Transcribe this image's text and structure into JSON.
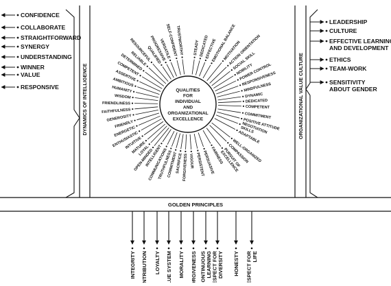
{
  "center_lines": [
    "QUALITIES",
    "FOR",
    "INDIVIDUAL",
    "AND",
    "ORGANIZATIONAL",
    "EXCELLENCE"
  ],
  "left_panel": {
    "title": "DYNAMICS OF INTELLIGENCE",
    "items": [
      "CONFIDENCE",
      "COLLABORATE",
      "STRAIGHTFORWARD",
      "SYNERGY",
      "UNDERSTANDING",
      "WINNER",
      "VALUE",
      "RESPONSIVE"
    ]
  },
  "right_panel": {
    "title": "ORGANIZATIONAL VALUE CULTURE",
    "items": [
      {
        "lines": [
          "LEADERSHIP"
        ]
      },
      {
        "lines": [
          "CULTURE"
        ]
      },
      {
        "lines": [
          "EFFECTIVE LEARNING",
          "AND DEVELOPMENT"
        ]
      },
      {
        "lines": [
          "ETHICS"
        ]
      },
      {
        "lines": [
          "TEAM-WORK"
        ]
      },
      {
        "lines": [
          "SENSITIVITY",
          "ABOUT GENDER"
        ]
      }
    ]
  },
  "qualities": [
    {
      "lines": [
        "STEADY"
      ]
    },
    {
      "lines": [
        "DEDICATED"
      ]
    },
    {
      "lines": [
        "EFFECTIVE"
      ]
    },
    {
      "lines": [
        "EMOTIONAL BALANCE"
      ]
    },
    {
      "lines": [
        "MOTIVATION"
      ]
    },
    {
      "lines": [
        "ACTION ORIENTATION"
      ]
    },
    {
      "lines": [
        "SOCIAL SKILL"
      ]
    },
    {
      "lines": [
        "NOBILITY"
      ]
    },
    {
      "lines": [
        "POWER CONTROL"
      ]
    },
    {
      "lines": [
        "RESPONSIVENESS"
      ]
    },
    {
      "lines": [
        "MINDFULNESS"
      ]
    },
    {
      "lines": [
        "DYNAMIC"
      ]
    },
    {
      "lines": [
        "DEDICATED"
      ]
    },
    {
      "lines": [
        "COMPETENT"
      ]
    },
    {
      "lines": [
        "COMMITMENT"
      ]
    },
    {
      "lines": [
        "POSITIVE ATTITUDE"
      ]
    },
    {
      "lines": [
        "NEGOTIATION",
        "SKILLS"
      ]
    },
    {
      "lines": [
        "ADAPTABLE"
      ]
    },
    {
      "lines": [
        "WELL-ORGANIZED"
      ]
    },
    {
      "lines": [
        "COMPASSION"
      ]
    },
    {
      "lines": [
        "PURSUIT OF",
        "EXCELLENCE"
      ]
    },
    {
      "lines": [
        "FAIRNESS"
      ]
    },
    {
      "lines": [
        "PERSUASIVE"
      ]
    },
    {
      "lines": [
        "PERSISTENT"
      ]
    },
    {
      "lines": [
        "VIGOUR"
      ]
    },
    {
      "lines": [
        "FORGIVENESS"
      ]
    },
    {
      "lines": [
        "SACRIFICE"
      ]
    },
    {
      "lines": [
        "COMMITMENT"
      ]
    },
    {
      "lines": [
        "TRUTHFULNESS"
      ]
    },
    {
      "lines": [
        "COMMUNICATIONS"
      ]
    },
    {
      "lines": [
        "INTELLIGENT"
      ]
    },
    {
      "lines": [
        "OPEN-MINDED"
      ]
    },
    {
      "lines": [
        "LOYAL"
      ]
    },
    {
      "lines": [
        "MATURE"
      ]
    },
    {
      "lines": [
        "INTUITIVE"
      ]
    },
    {
      "lines": [
        "ENTHUSIASTIC"
      ]
    },
    {
      "lines": [
        "ENERGETIC"
      ]
    },
    {
      "lines": [
        "FRIENDLY"
      ]
    },
    {
      "lines": [
        "GENEROSITY"
      ]
    },
    {
      "lines": [
        "FAITHFULNESS"
      ]
    },
    {
      "lines": [
        "FRIENDLINESS"
      ]
    },
    {
      "lines": [
        "WISDOM"
      ]
    },
    {
      "lines": [
        "HUMANITY"
      ]
    },
    {
      "lines": [
        "AMBITIOUS"
      ]
    },
    {
      "lines": [
        "ASSERTIVE"
      ]
    },
    {
      "lines": [
        "COMPETENT"
      ]
    },
    {
      "lines": [
        "DETERMINED"
      ]
    },
    {
      "lines": [
        "RELIABLE"
      ]
    },
    {
      "lines": [
        "RESOURCEFUL"
      ]
    },
    {
      "lines": [
        "QUALIFIED"
      ]
    },
    {
      "lines": [
        "PROGRESSIVE"
      ]
    },
    {
      "lines": [
        "VERSATILE"
      ]
    },
    {
      "lines": [
        "SELF-CONFIDENT"
      ]
    },
    {
      "lines": [
        "TRUSTWORTHY"
      ]
    }
  ],
  "golden_principles": {
    "title": "GOLDEN PRINCIPLES",
    "items": [
      {
        "lines": [
          "INTEGRITY"
        ]
      },
      {
        "lines": [
          "CONTRIBUTION"
        ]
      },
      {
        "lines": [
          "LOYALTY"
        ]
      },
      {
        "lines": [
          "VALUE SYSTEM"
        ]
      },
      {
        "lines": [
          "MORALITY"
        ]
      },
      {
        "lines": [
          "FORGIVENESS"
        ]
      },
      {
        "lines": [
          "CONTINUOUS",
          "LEARNING"
        ]
      },
      {
        "lines": [
          "RESPECT FOR",
          "DIVERSITY"
        ]
      },
      {
        "lines": [
          "HONESTY"
        ]
      },
      {
        "lines": [
          "RESPECT FOR",
          "LIFE"
        ]
      }
    ]
  }
}
